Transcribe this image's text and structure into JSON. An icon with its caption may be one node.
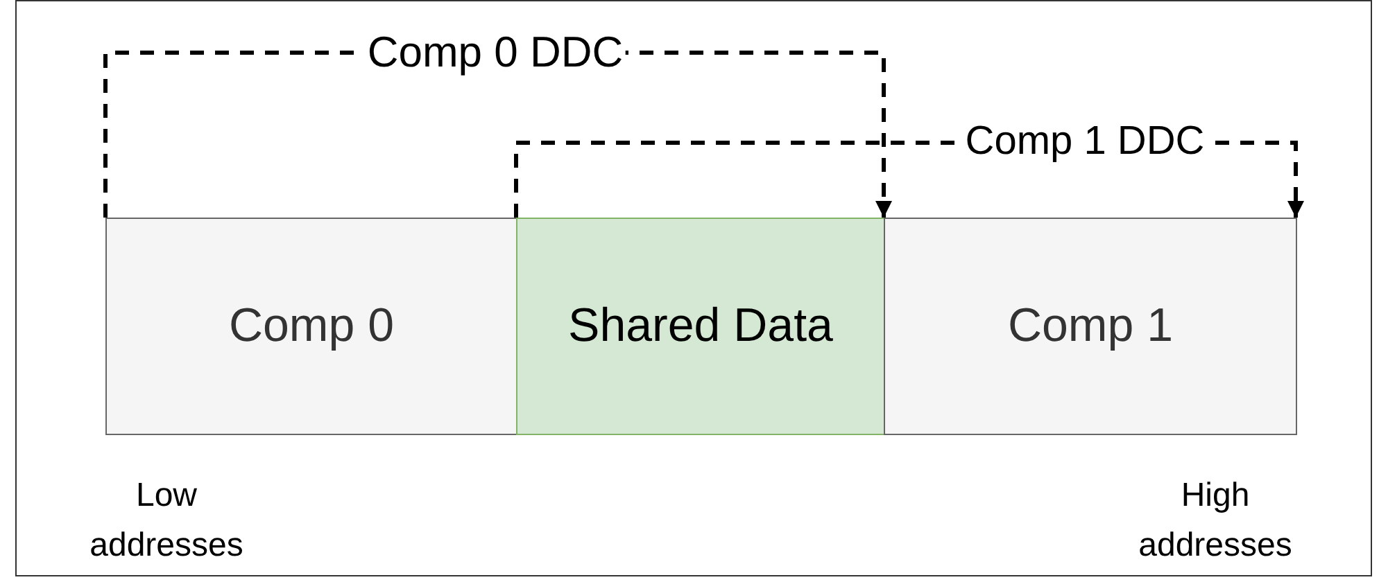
{
  "diagram": {
    "nodes": [
      {
        "text": [
          "Comp 0"
        ]
      },
      {
        "text": [
          "Shared Data"
        ]
      },
      {
        "text": [
          "Comp 1"
        ]
      }
    ],
    "edges": [
      {
        "from": 0,
        "to": 1,
        "arrow": "to",
        "label": "Comp 0 DDC",
        "style": "dashed"
      },
      {
        "from": 1,
        "to": 2,
        "arrow": "to",
        "label": "Comp 1 DDC",
        "style": "dashed"
      }
    ],
    "labels": [
      "Low addresses",
      "High addresses"
    ]
  }
}
